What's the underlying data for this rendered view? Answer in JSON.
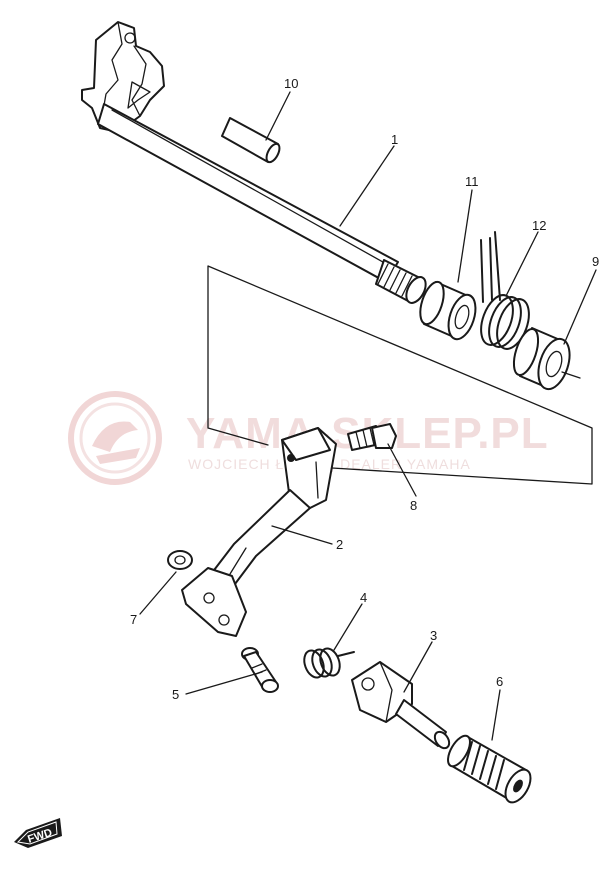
{
  "watermark": {
    "title": "YAMA-SKLEP.PL",
    "subtitle": "WOJCIECH ŁEPCZ | DEALER YAMAHA"
  },
  "parts": [
    {
      "id": "part-1",
      "label": "1"
    },
    {
      "id": "part-2",
      "label": "2"
    },
    {
      "id": "part-3",
      "label": "3"
    },
    {
      "id": "part-4",
      "label": "4"
    },
    {
      "id": "part-5",
      "label": "5"
    },
    {
      "id": "part-6",
      "label": "6"
    },
    {
      "id": "part-7",
      "label": "7"
    },
    {
      "id": "part-8",
      "label": "8"
    },
    {
      "id": "part-9",
      "label": "9"
    },
    {
      "id": "part-10",
      "label": "10"
    },
    {
      "id": "part-11",
      "label": "11"
    },
    {
      "id": "part-12",
      "label": "12"
    }
  ],
  "direction_badge": {
    "label": "FWD"
  },
  "colors": {
    "ink": "#1a1a1a",
    "watermark": "#e9c9c9"
  }
}
